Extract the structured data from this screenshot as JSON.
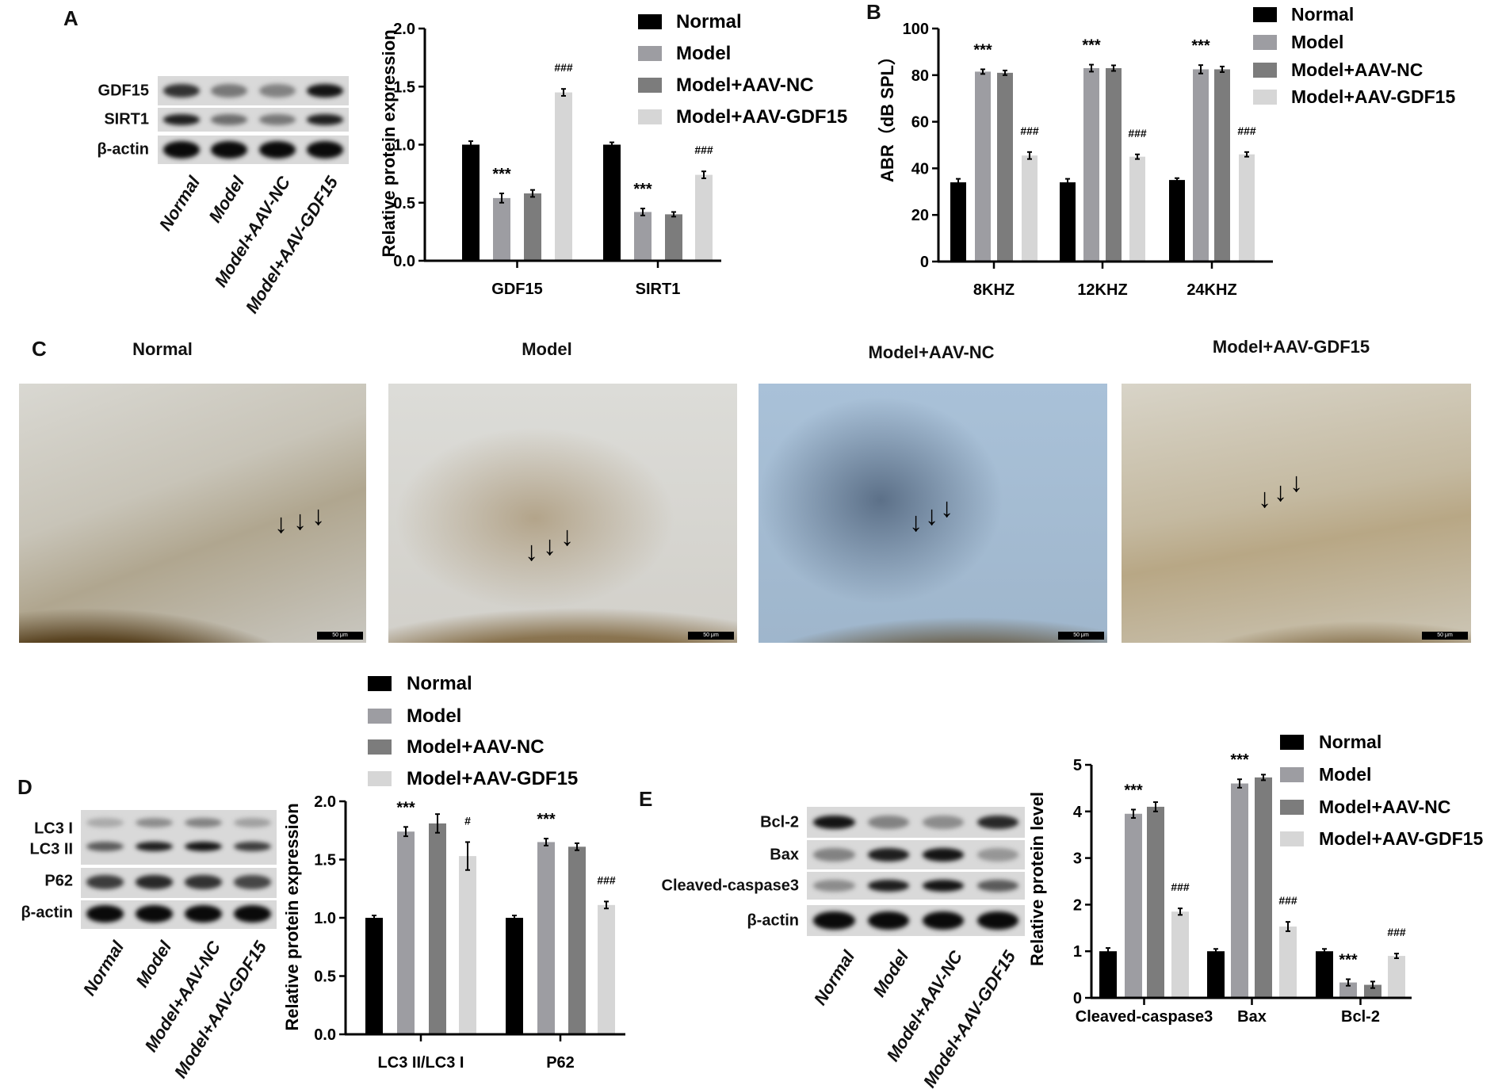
{
  "panel_labels": {
    "A": "A",
    "B": "B",
    "C": "C",
    "D": "D",
    "E": "E"
  },
  "groups": [
    "Normal",
    "Model",
    "Model+AAV-NC",
    "Model+AAV-GDF15"
  ],
  "colors": {
    "Normal": "#000000",
    "Model": "#9d9da2",
    "Model+AAV-NC": "#7c7c7c",
    "Model+AAV-GDF15": "#d6d6d6"
  },
  "blots": {
    "A": {
      "rows": [
        {
          "label": "GDF15",
          "intensity": [
            0.8,
            0.45,
            0.4,
            0.95
          ]
        },
        {
          "label": "SIRT1",
          "intensity": [
            0.9,
            0.5,
            0.45,
            0.9
          ]
        },
        {
          "label": "β-actin",
          "intensity": [
            1,
            1,
            1,
            1
          ]
        }
      ],
      "lanes": [
        "Normal",
        "Model",
        "Model+AAV-NC",
        "Model+AAV-GDF15"
      ]
    },
    "D": {
      "rows": [
        {
          "label": "LC3 I",
          "intensity": [
            0.2,
            0.35,
            0.4,
            0.25
          ]
        },
        {
          "label": "LC3 II",
          "intensity": [
            0.6,
            0.9,
            0.95,
            0.75
          ]
        },
        {
          "label": "P62",
          "intensity": [
            0.75,
            0.85,
            0.8,
            0.7
          ]
        },
        {
          "label": "β-actin",
          "intensity": [
            1,
            1,
            1,
            1
          ]
        }
      ],
      "lanes": [
        "Normal",
        "Model",
        "Model+AAV-NC",
        "Model+AAV-GDF15"
      ]
    },
    "E": {
      "rows": [
        {
          "label": "Bcl-2",
          "intensity": [
            0.95,
            0.4,
            0.35,
            0.85
          ]
        },
        {
          "label": "Bax",
          "intensity": [
            0.4,
            0.9,
            0.95,
            0.3
          ]
        },
        {
          "label": "Cleaved-caspase3",
          "intensity": [
            0.35,
            0.9,
            0.95,
            0.6
          ]
        },
        {
          "label": "β-actin",
          "intensity": [
            1,
            1,
            1,
            1
          ]
        }
      ],
      "lanes": [
        "Normal",
        "Model",
        "Model+AAV-NC",
        "Model+AAV-GDF15"
      ]
    }
  },
  "micrographs": [
    {
      "title": "Normal",
      "scale_bar": "50 μm"
    },
    {
      "title": "Model",
      "scale_bar": "50 μm"
    },
    {
      "title": "Model+AAV-NC",
      "scale_bar": "50 μm"
    },
    {
      "title": "Model+AAV-GDF15",
      "scale_bar": "50 μm"
    }
  ],
  "chart_data": [
    {
      "id": "A",
      "type": "bar",
      "title": "",
      "xlabel": "",
      "ylabel": "Relative protein expression",
      "ylim": [
        0,
        2.0
      ],
      "yticks": [
        "0.0",
        "0.5",
        "1.0",
        "1.5",
        "2.0"
      ],
      "legend": "top-right",
      "categories": [
        "GDF15",
        "SIRT1"
      ],
      "series": [
        {
          "name": "Normal",
          "values": [
            1.0,
            1.0
          ],
          "errors": [
            0.03,
            0.02
          ],
          "annotations": [
            "",
            ""
          ]
        },
        {
          "name": "Model",
          "values": [
            0.54,
            0.42
          ],
          "errors": [
            0.04,
            0.03
          ],
          "annotations": [
            "***",
            "***"
          ]
        },
        {
          "name": "Model+AAV-NC",
          "values": [
            0.58,
            0.4
          ],
          "errors": [
            0.03,
            0.02
          ],
          "annotations": [
            "",
            ""
          ]
        },
        {
          "name": "Model+AAV-GDF15",
          "values": [
            1.45,
            0.74
          ],
          "errors": [
            0.03,
            0.03
          ],
          "annotations": [
            "###",
            "###"
          ]
        }
      ]
    },
    {
      "id": "B",
      "type": "bar",
      "title": "",
      "xlabel": "",
      "ylabel": "ABR（dB SPL）",
      "ylim": [
        0,
        100
      ],
      "yticks": [
        "0",
        "20",
        "40",
        "60",
        "80",
        "100"
      ],
      "legend": "top-right",
      "categories": [
        "8KHZ",
        "12KHZ",
        "24KHZ"
      ],
      "series": [
        {
          "name": "Normal",
          "values": [
            34,
            34,
            35
          ],
          "errors": [
            1.5,
            1.5,
            0.8
          ],
          "annotations": [
            "",
            "",
            ""
          ]
        },
        {
          "name": "Model",
          "values": [
            81.5,
            83,
            82.5
          ],
          "errors": [
            1.0,
            1.5,
            1.8
          ],
          "annotations": [
            "***",
            "***",
            "***"
          ]
        },
        {
          "name": "Model+AAV-NC",
          "values": [
            81,
            83,
            82.5
          ],
          "errors": [
            1.0,
            1.2,
            1.2
          ],
          "annotations": [
            "",
            "",
            ""
          ]
        },
        {
          "name": "Model+AAV-GDF15",
          "values": [
            45.5,
            45,
            46
          ],
          "errors": [
            1.5,
            1.0,
            1.0
          ],
          "annotations": [
            "###",
            "###",
            "###"
          ]
        }
      ]
    },
    {
      "id": "D",
      "type": "bar",
      "title": "",
      "xlabel": "",
      "ylabel": "Relative protein expression",
      "ylim": [
        0,
        2.0
      ],
      "yticks": [
        "0.0",
        "0.5",
        "1.0",
        "1.5",
        "2.0"
      ],
      "legend": "top",
      "categories": [
        "LC3 II/LC3 I",
        "P62"
      ],
      "series": [
        {
          "name": "Normal",
          "values": [
            1.0,
            1.0
          ],
          "errors": [
            0.02,
            0.02
          ],
          "annotations": [
            "",
            ""
          ]
        },
        {
          "name": "Model",
          "values": [
            1.74,
            1.65
          ],
          "errors": [
            0.04,
            0.03
          ],
          "annotations": [
            "***",
            "***"
          ]
        },
        {
          "name": "Model+AAV-NC",
          "values": [
            1.81,
            1.61
          ],
          "errors": [
            0.08,
            0.03
          ],
          "annotations": [
            "",
            ""
          ]
        },
        {
          "name": "Model+AAV-GDF15",
          "values": [
            1.53,
            1.11
          ],
          "errors": [
            0.12,
            0.03
          ],
          "annotations": [
            "#",
            "###"
          ]
        }
      ]
    },
    {
      "id": "E",
      "type": "bar",
      "title": "",
      "xlabel": "",
      "ylabel": "Relative protein level",
      "ylim": [
        0,
        5
      ],
      "yticks": [
        "0",
        "1",
        "2",
        "3",
        "4",
        "5"
      ],
      "legend": "top-right",
      "categories": [
        "Cleaved-caspase3",
        "Bax",
        "Bcl-2"
      ],
      "series": [
        {
          "name": "Normal",
          "values": [
            1.0,
            1.0,
            1.0
          ],
          "errors": [
            0.07,
            0.05,
            0.05
          ],
          "annotations": [
            "",
            "",
            ""
          ]
        },
        {
          "name": "Model",
          "values": [
            3.95,
            4.6,
            0.33
          ],
          "errors": [
            0.09,
            0.09,
            0.07
          ],
          "annotations": [
            "***",
            "***",
            "***"
          ]
        },
        {
          "name": "Model+AAV-NC",
          "values": [
            4.1,
            4.73,
            0.28
          ],
          "errors": [
            0.1,
            0.06,
            0.07
          ],
          "annotations": [
            "",
            "",
            ""
          ]
        },
        {
          "name": "Model+AAV-GDF15",
          "values": [
            1.85,
            1.53,
            0.9
          ],
          "errors": [
            0.07,
            0.1,
            0.05
          ],
          "annotations": [
            "###",
            "###",
            "###"
          ]
        }
      ]
    }
  ]
}
